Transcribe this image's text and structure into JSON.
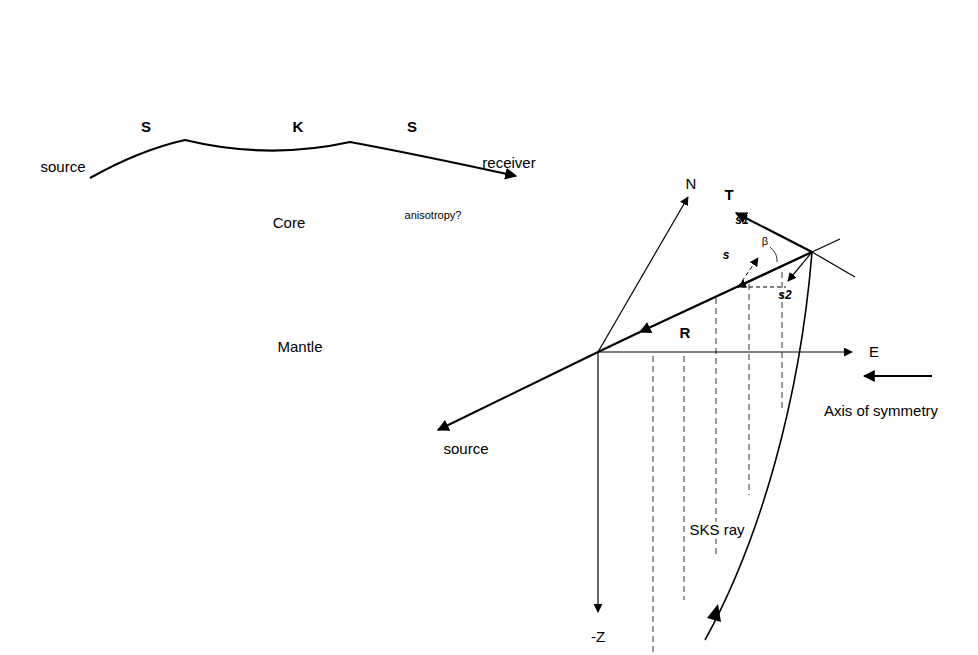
{
  "diagram": {
    "nodes": [
      {
        "text": [
          "Mantle"
        ]
      },
      {
        "text": [
          "Core"
        ],
        "in": 0
      },
      {
        "text": [
          "anisotropy?"
        ],
        "in": 0
      }
    ],
    "labels": [
      "source",
      "receiver",
      "S",
      "K",
      "S",
      "N",
      "T",
      "s1",
      "β",
      "s",
      "s2",
      "R",
      "E",
      "source",
      "SKS ray",
      "-Z",
      "Axis of symmetry"
    ]
  }
}
